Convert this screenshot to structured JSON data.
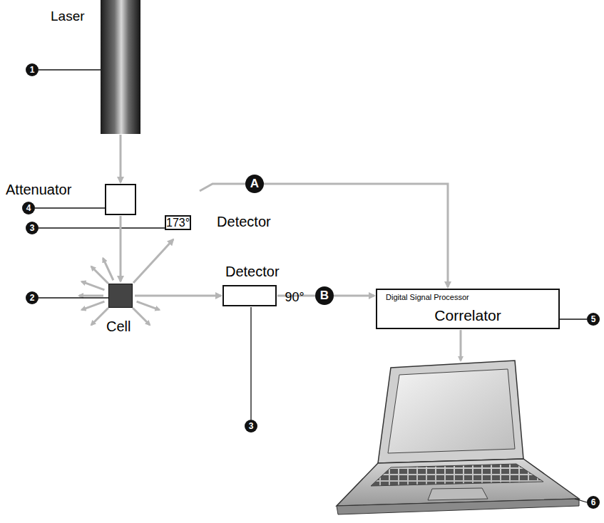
{
  "diagram": {
    "nodes": [
      {
        "text": [
          "Laser"
        ]
      },
      {
        "text": [
          "Attenuator"
        ]
      },
      {
        "text": [
          "173°",
          "Detector"
        ]
      },
      {
        "text": [
          "Cell"
        ]
      },
      {
        "text": [
          "Detector",
          "90°"
        ]
      },
      {
        "text": [
          "Digital Signal Processor",
          "Correlator"
        ]
      }
    ],
    "edges": [
      {
        "from": 0,
        "to": 1,
        "arrow": "to"
      },
      {
        "from": 1,
        "to": 3,
        "arrow": "to"
      },
      {
        "from": 3,
        "to": 2,
        "arrow": "to"
      },
      {
        "from": 3,
        "to": 4,
        "arrow": "to"
      },
      {
        "from": 2,
        "to": 5,
        "label": "A",
        "arrow": "to"
      },
      {
        "from": 4,
        "to": 5,
        "label": "B",
        "arrow": "to"
      }
    ],
    "labels": [
      "1",
      "4",
      "3",
      "2",
      "3",
      "5",
      "6"
    ]
  }
}
